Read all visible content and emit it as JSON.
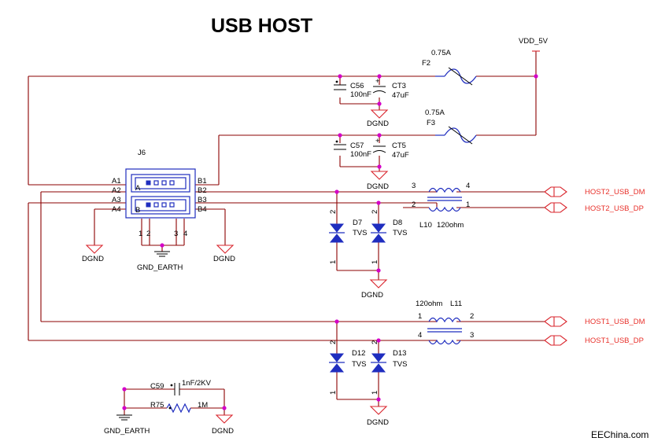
{
  "title": "USB HOST",
  "power": {
    "rail": "VDD_5V"
  },
  "fuses": [
    {
      "ref": "F2",
      "rating": "0.75A"
    },
    {
      "ref": "F3",
      "rating": "0.75A"
    }
  ],
  "capacitors": [
    {
      "ref": "C56",
      "value": "100nF"
    },
    {
      "ref": "CT3",
      "value": "47uF"
    },
    {
      "ref": "C57",
      "value": "100nF"
    },
    {
      "ref": "CT5",
      "value": "47uF"
    },
    {
      "ref": "C59",
      "value": "1nF/2KV"
    }
  ],
  "resistor": {
    "ref": "R75",
    "value": "1M"
  },
  "connector": {
    "ref": "J6",
    "left_pins": [
      "A1",
      "A2",
      "A3",
      "A4"
    ],
    "right_pins": [
      "B1",
      "B2",
      "B3",
      "B4"
    ],
    "port_a": "A",
    "port_b": "B",
    "shield_pins": [
      "1",
      "2",
      "3",
      "4"
    ]
  },
  "chokes": [
    {
      "ref": "L10",
      "value": "120ohm",
      "pins": [
        "3",
        "4",
        "2",
        "1"
      ]
    },
    {
      "ref": "L11",
      "value": "120ohm",
      "pins": [
        "1",
        "2",
        "4",
        "3"
      ]
    }
  ],
  "diodes": [
    {
      "ref": "D7",
      "type": "TVS"
    },
    {
      "ref": "D8",
      "type": "TVS"
    },
    {
      "ref": "D12",
      "type": "TVS"
    },
    {
      "ref": "D13",
      "type": "TVS"
    }
  ],
  "diode_pins": [
    "2",
    "1"
  ],
  "grounds": {
    "dgnd": "DGND",
    "earth": "GND_EARTH"
  },
  "nets": [
    "HOST2_USB_DM",
    "HOST2_USB_DP",
    "HOST1_USB_DM",
    "HOST1_USB_DP"
  ],
  "watermark": "EEChina.com",
  "colors": {
    "wire": "#8b0000",
    "component": "#1f2dbf",
    "junction": "#d400c8",
    "net_label": "#e8302a"
  }
}
